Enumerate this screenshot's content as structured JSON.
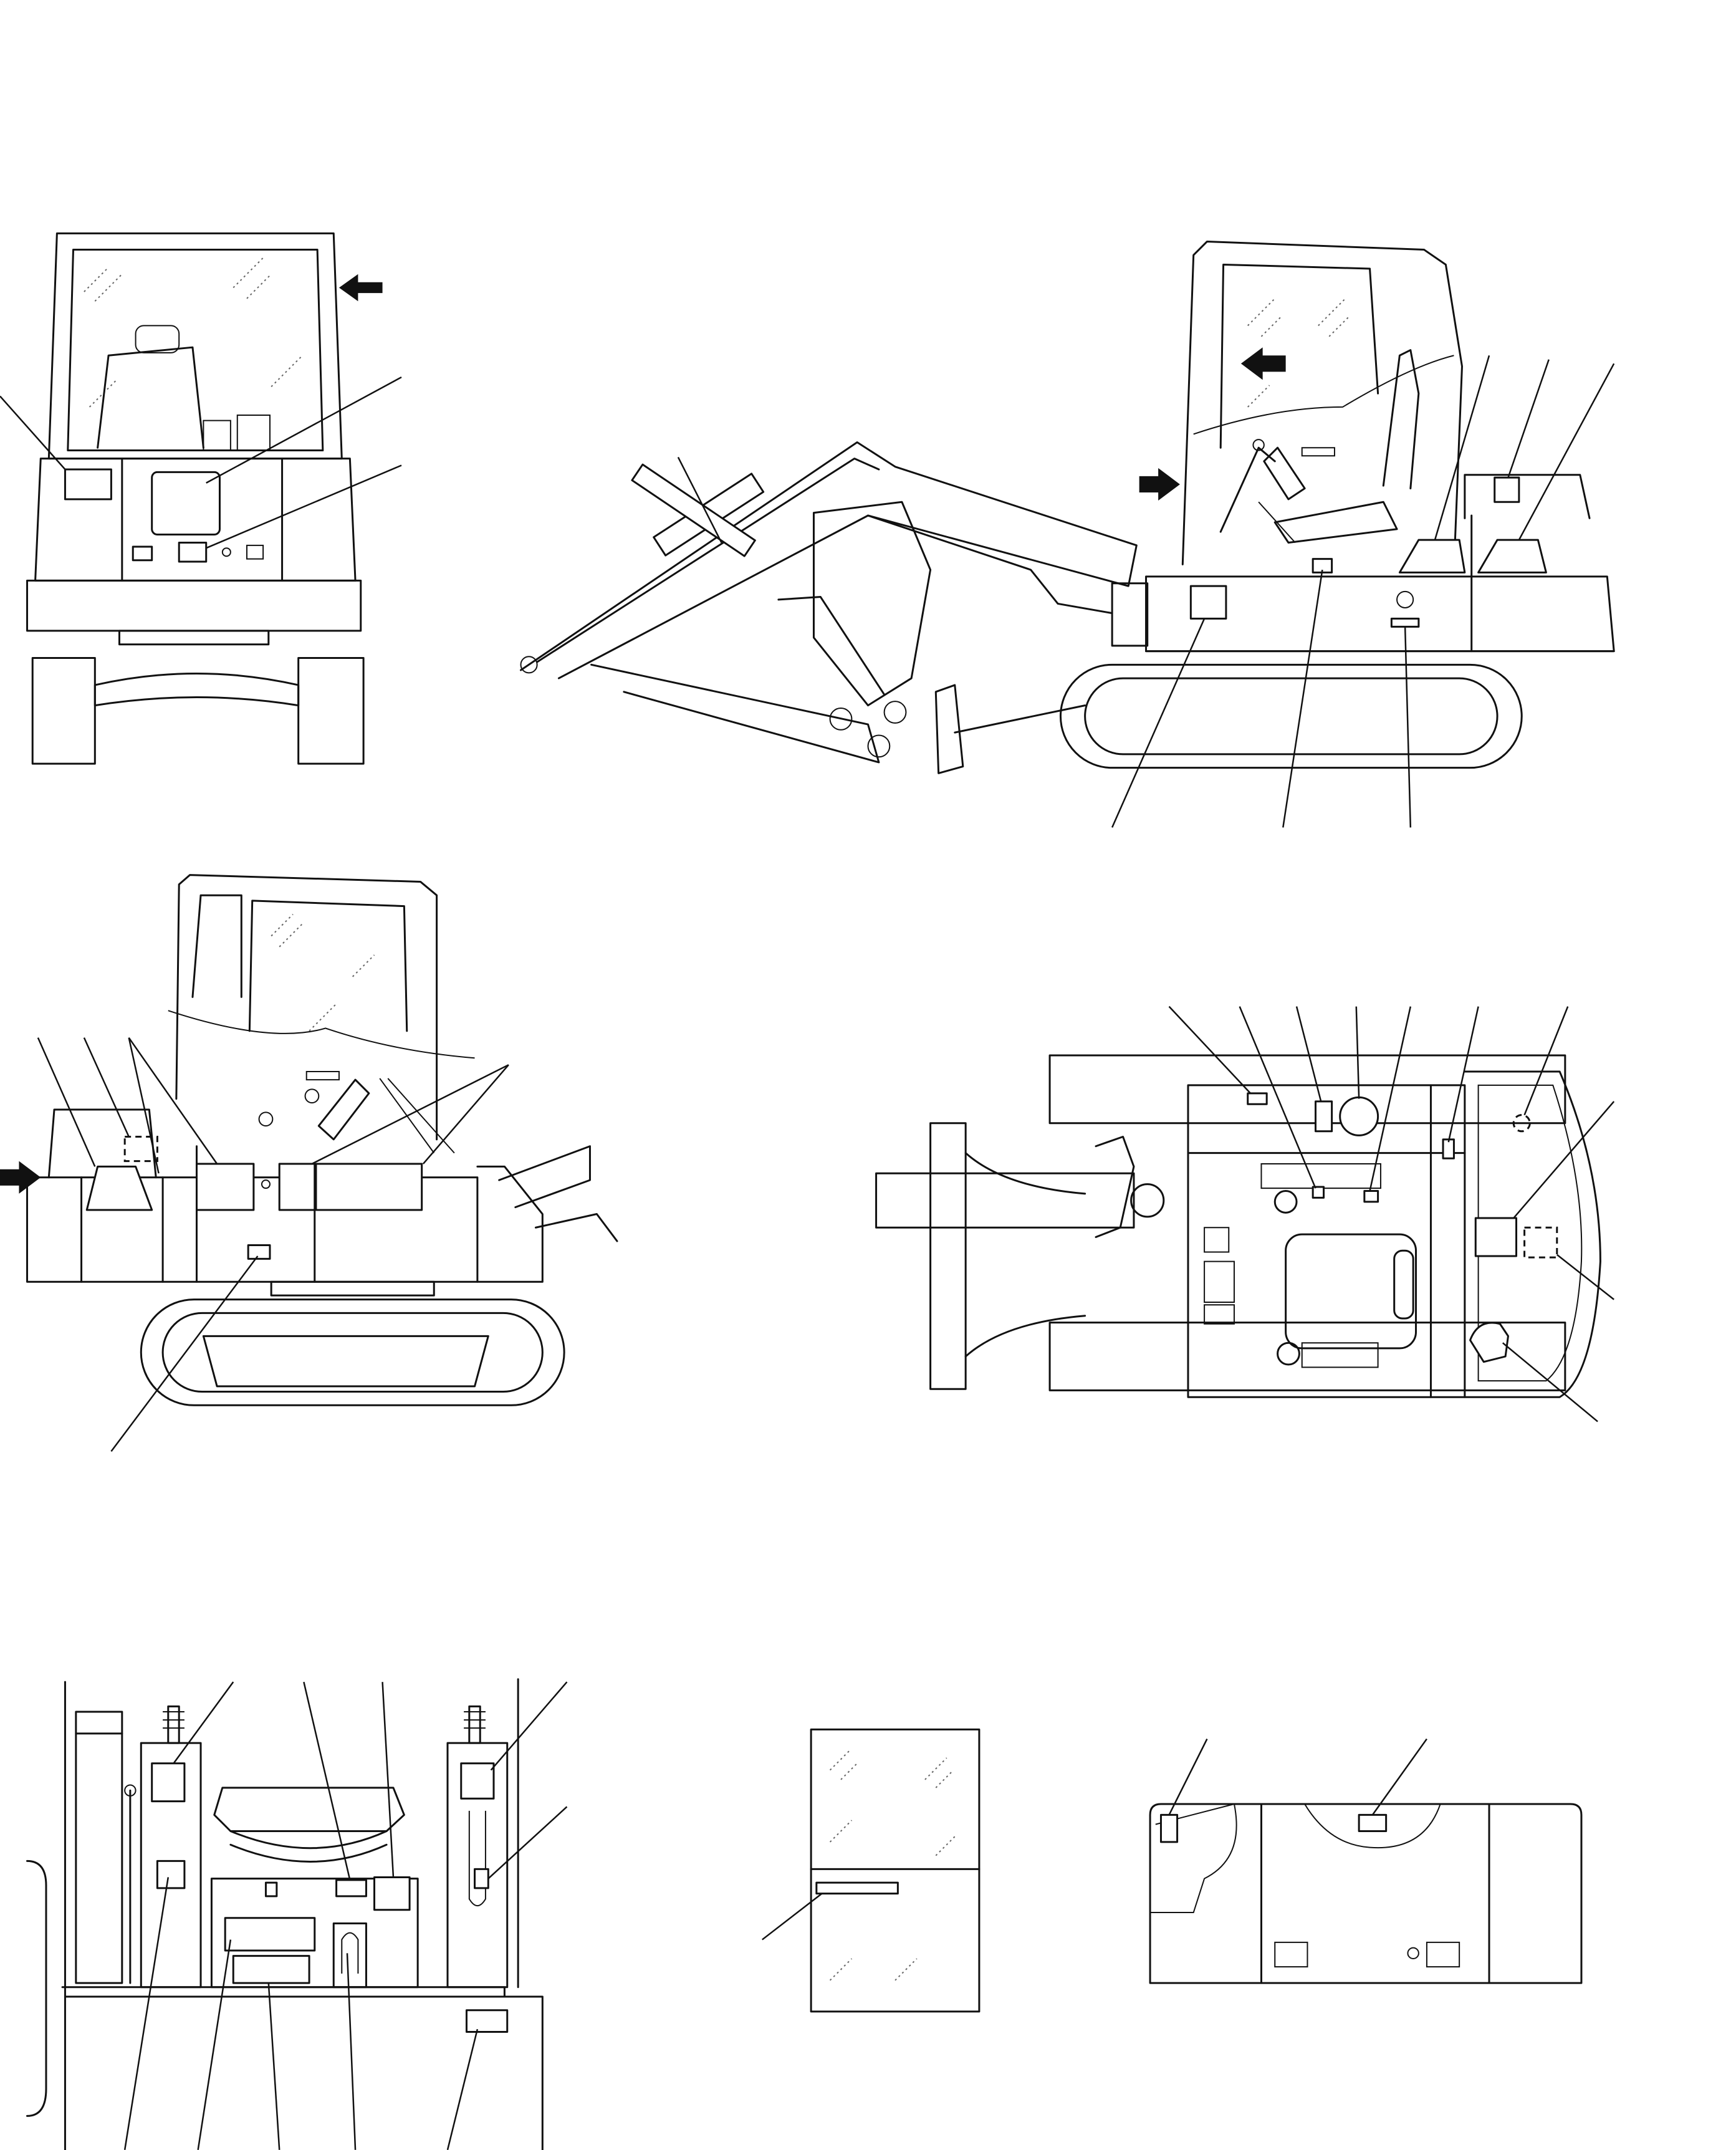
{
  "figure": {
    "views": [
      {
        "id": "front-view",
        "label": ""
      },
      {
        "id": "left-side-view",
        "label": ""
      },
      {
        "id": "right-side-view",
        "label": ""
      },
      {
        "id": "top-view",
        "label": ""
      },
      {
        "id": "operator-area-view",
        "label": ""
      },
      {
        "id": "window-detail-view",
        "label": ""
      },
      {
        "id": "rear-panel-view",
        "label": ""
      }
    ],
    "callout_numbers": []
  }
}
